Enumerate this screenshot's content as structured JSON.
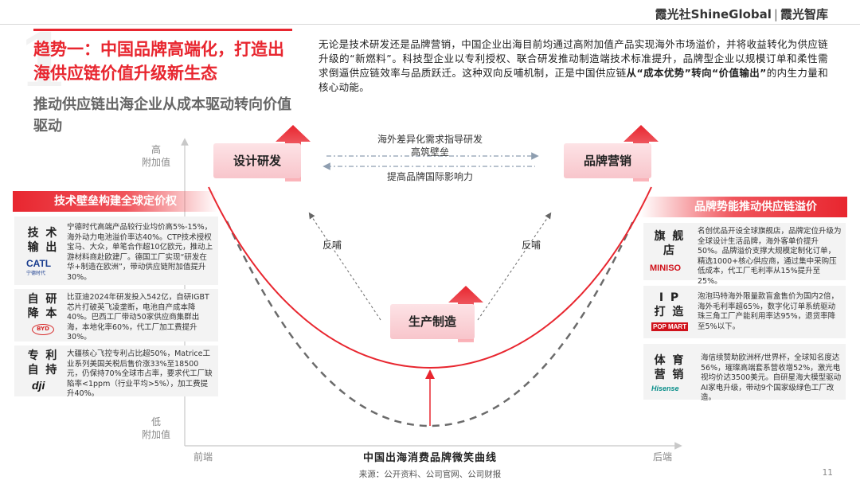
{
  "brand": {
    "name": "霞光社ShineGlobal",
    "separator": "|",
    "sub": "霞光智库"
  },
  "slide": {
    "number": "1",
    "title": "趋势一：中国品牌高端化，打造出海供应链价值升级新生态",
    "subtitle": "推动供应链出海企业从成本驱动转向价值驱动",
    "intro_part1": "无论是技术研发还是品牌营销，中国企业出海目前均通过高附加值产品实现海外市场溢价，并将收益转化为供应链升级的“新燃料”。科技型企业以专利授权、联合研发推动制造端技术标准提升，品牌型企业以规模订单和柔性需求倒逼供应链效率与品质跃迁。这种双向反哺机制，正是中国供应链",
    "intro_bold": "从“成本优势”转向“价值输出”",
    "intro_part2": "的内生力量和核心动能。"
  },
  "axis": {
    "y_high": "高",
    "y_high_sub": "附加值",
    "y_low": "低",
    "y_low_sub": "附加值",
    "x_left": "前端",
    "x_right": "后端"
  },
  "diagram": {
    "node_left": "设计研发",
    "node_right": "品牌营销",
    "node_bottom": "生产制造",
    "top_arrow_1a": "海外差异化需求指导研发",
    "top_arrow_1b": "高筑壁垒",
    "top_arrow_2": "提高品牌国际影响力",
    "feedback_left": "反哺",
    "feedback_right": "反哺",
    "caption": "中国出海消费品牌微笑曲线"
  },
  "left_section": {
    "banner": "技术壁垒构建全球定价权",
    "cards": [
      {
        "head": "技 术\n输 出",
        "logo": "CATL",
        "logo_sub": "宁德时代",
        "desc": "宁德时代高端产品较行业均价高5%-15%，海外动力电池溢价率达40%。CTP技术授权宝马、大众，单笔合作超10亿欧元，推动上游材料商赴欧建厂。德国工厂实现“研发在华+制造在欧洲”，带动供应链附加值提升30%。"
      },
      {
        "head": "自 研\n降 本",
        "logo": "BYD",
        "logo_sub": "",
        "desc": "比亚迪2024年研发投入542亿，自研IGBT芯片打破英飞凌垄断，电池自产成本降40%。巴西工厂带动50家供应商集群出海，本地化率60%，代工厂加工费提升30%。"
      },
      {
        "head": "专 利\n自 持",
        "logo": "dji",
        "logo_sub": "",
        "desc": "大疆核心飞控专利占比超50%，Matrice工业系列美国关税后售价涨33%至18500元，仍保持70%全球市占率，要求代工厂缺陷率<1ppm（行业平均>5%），加工费提升40%。"
      }
    ]
  },
  "right_section": {
    "banner": "品牌势能推动供应链溢价",
    "cards": [
      {
        "head": "旗 舰\n店",
        "logo": "MINISO",
        "desc": "名创优品开设全球旗舰店，品牌定位升级为全球设计生活品牌，海外客单价提升50%。品牌溢价支撑大规模定制化订单，精选1000+核心供应商，通过集中采购压低成本，代工厂毛利率从15%提升至25%。"
      },
      {
        "head": "I P\n打 造",
        "logo": "POP MART",
        "desc": "泡泡玛特海外限量款盲盒售价为国内2倍，海外毛利率超65%，数字化订单系统驱动珠三角工厂产能利用率达95%，退货率降至5%以下。"
      },
      {
        "head": "体 育\n营 销",
        "logo": "Hisense",
        "desc": "海信续赞助欧洲杯/世界杯，全球知名度达56%，璀璨高端套系营收增52%，激光电视均价达3500美元。自研星海大模型驱动AI家电升级，带动9个国家级绿色工厂改造。"
      }
    ]
  },
  "footer": {
    "source": "来源：公开资料、公司官网、公司财报",
    "page": "11"
  },
  "colors": {
    "accent": "#e8262f",
    "node_fill": "#f8c5cb",
    "card_bg": "#f3f3f3"
  }
}
